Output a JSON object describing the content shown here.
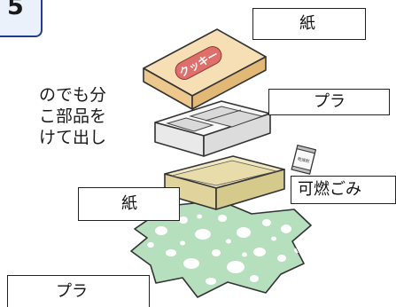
{
  "header": {
    "number_fragment": "5"
  },
  "explanation": {
    "lines": [
      "のでも分",
      "こ部品を",
      "けて出し"
    ]
  },
  "labels": {
    "lid": "紙",
    "tray": "プラ",
    "desiccant": "可燃ごみ",
    "inner_box": "紙",
    "wrap": "プラ"
  },
  "illustration": {
    "box_lid_print": "クッキー",
    "desiccant_print": "乾燥剤"
  },
  "colors": {
    "lid_top": "#f6dfb4",
    "lid_side": "#e9c68d",
    "lid_logo": "#de6f6b",
    "tray": "#f2f2f2",
    "inner_box": "#e5dba9",
    "wrap_sheet": "#b6dfbd",
    "wrap_dots": "#ffffff",
    "outline": "#222222",
    "tab_border": "#1f3e8f",
    "tab_fill": "#eaf1fb"
  }
}
